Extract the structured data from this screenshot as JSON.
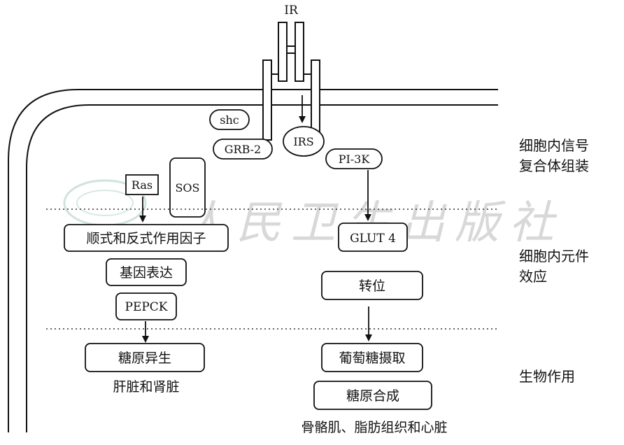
{
  "receptor_label": "IR",
  "molecules": {
    "shc": "shc",
    "grb2": "GRB-2",
    "irs": "IRS",
    "pi3k": "PI-3K",
    "ras": "Ras",
    "sos": "SOS",
    "glut4": "GLUT 4",
    "pepck": "PEPCK"
  },
  "process_boxes": {
    "cis_trans": "顺式和反式作用因子",
    "gene_expression": "基因表达",
    "translocation": "转位",
    "gluconeogenesis": "糖原异生",
    "glucose_uptake": "葡萄糖摄取",
    "glycogen_synthesis": "糖原合成"
  },
  "tissue_labels": {
    "liver_kidney": "肝脏和肾脏",
    "muscle_fat_heart": "骨骼肌、脂肪组织和心脏"
  },
  "stage_labels": {
    "stage1_line1": "细胞内信号",
    "stage1_line2": "复合体组装",
    "stage2_line1": "细胞内元件",
    "stage2_line2": "效应",
    "stage3": "生物作用"
  },
  "watermark": "人民卫生出版社"
}
